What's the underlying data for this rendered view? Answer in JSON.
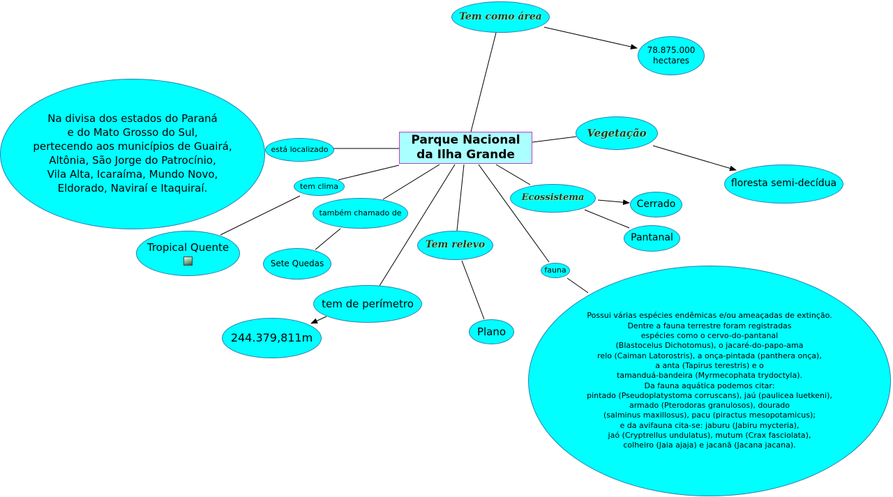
{
  "center": "Parque Nacional\nda Ilha Grande",
  "nodes": {
    "tem_como_area": "Tem como área",
    "area_value": "78.875.000\nhectares",
    "vegetacao": "Vegetação",
    "vegetacao_value": "floresta semi-decídua",
    "esta_localizado": "está localizado",
    "location_text": "Na divisa dos estados do Paraná\ne do Mato Grosso do Sul,\npertecendo aos municípios de Guairá,\nAltônia, São Jorge do Patrocínio,\nVila Alta, Icaraíma, Mundo Novo,\nEldorado, Naviraí e Itaquiraí.",
    "tem_clima": "tem clima",
    "clima_value": "Tropical Quente",
    "tambem_chamado": "também chamado de",
    "chamado_value": "Sete Quedas",
    "tem_perimetro": "tem de perímetro",
    "perimetro_value": "244.379,811m",
    "tem_relevo": "Tem relevo",
    "relevo_value": "Plano",
    "ecossistema": "Ecossistema",
    "cerrado": "Cerrado",
    "pantanal": "Pantanal",
    "fauna": "fauna",
    "fauna_text": "Possui várias espécies endêmicas e/ou ameaçadas de extinção.\nDentre a fauna terrestre foram registradas\nespécies como o cervo-do-pantanal\n(Blastocelus Dichotomus), o jacaré-do-papo-ama\nrelo (Caiman Latorostris), a onça-pintada (panthera onça),\na anta (Tapirus terestris) e o\ntamanduá-bandeira (Myrmecophata trydoctyla).\nDa fauna aquática podemos citar:\npintado (Pseudoplatystoma corruscans), jaú (paulicea luetkeni),\narmado (Pterodoras granulosos), dourado\n(salminus maxillosus), pacu (piractus mesopotamicus);\ne da avifauna cita-se: jaburu (Jabiru mycteria),\njaó (Cryptrellus undulatus), mutum (Crax fasciolata),\ncolheiro (Jaia ajaja) e jacanã (Jacana jacana)."
  },
  "colors": {
    "node_fill": "#00ffff",
    "node_border": "#2a7fb0",
    "center_fill": "#aaffff",
    "center_border": "#c040c0",
    "connector": "#000000"
  },
  "icons": {
    "clima_image": "image-placeholder-icon"
  }
}
